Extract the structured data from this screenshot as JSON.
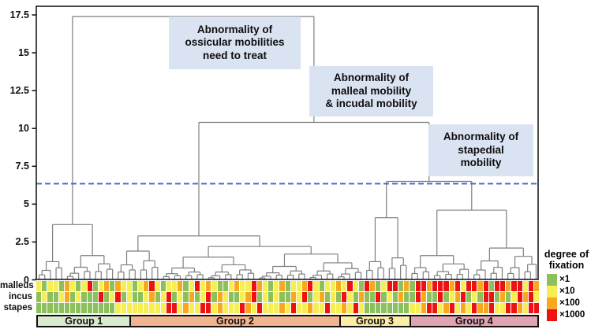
{
  "chart_data": {
    "type": "dendrogram_with_heatmap",
    "title": "",
    "y_axis": {
      "ticks": [
        0,
        2.5,
        5,
        7.5,
        10,
        12.5,
        15,
        17.5
      ],
      "range": [
        0,
        18.1
      ],
      "label": ""
    },
    "cut_line": {
      "height": 6.35,
      "style": "dashed",
      "color": "#3f6ad8"
    },
    "dendrogram": {
      "line_color": "#7f7f7f",
      "tree": {
        "h": 17.4,
        "c": [
          {
            "h": 3.65,
            "c": [
              {
                "fan": [
                  0,
                  4,
                  1.2
                ]
              },
              {
                "fan": [
                  5,
                  13,
                  1.6
                ]
              }
            ]
          },
          {
            "h": 10.4,
            "c": [
              {
                "h": 2.9,
                "c": [
                  {
                    "fan": [
                      14,
                      21,
                      1.9
                    ]
                  },
                  {
                    "h": 2.2,
                    "c": [
                      {
                        "fan": [
                          22,
                          38,
                          1.5
                        ]
                      },
                      {
                        "fan": [
                          39,
                          57,
                          1.7
                        ]
                      }
                    ]
                  }
                ]
              },
              {
                "h": 6.5,
                "c": [
                  {
                    "h": 4.1,
                    "c": [
                      {
                        "fan": [
                          58,
                          61,
                          1.2
                        ]
                      },
                      {
                        "fan": [
                          62,
                          65,
                          1.45
                        ]
                      }
                    ]
                  },
                  {
                    "h": 4.6,
                    "c": [
                      {
                        "h": 1.6,
                        "c": [
                          {
                            "fan": [
                              66,
                              69,
                              0.8
                            ]
                          },
                          {
                            "fan": [
                              70,
                              76,
                              1.05
                            ]
                          }
                        ]
                      },
                      {
                        "h": 2.1,
                        "c": [
                          {
                            "fan": [
                              77,
                              82,
                              1.25
                            ]
                          },
                          {
                            "fan": [
                              83,
                              88,
                              1.55
                            ]
                          }
                        ]
                      }
                    ]
                  }
                ]
              }
            ]
          }
        ]
      }
    },
    "annotations": [
      {
        "text": "Abnormality of\nossicular mobilities\nneed to treat"
      },
      {
        "text": "Abnormality of\nmalleal mobility\n& incudal mobility"
      },
      {
        "text": "Abnormality of\nstapedial\nmobility"
      }
    ],
    "heatmap": {
      "n_columns": 89,
      "palette": {
        "g": "#8CC05D",
        "y": "#F7EE54",
        "o": "#F7A81E",
        "r": "#EE1111"
      },
      "rows": [
        {
          "label": "malleus",
          "cells": "ygyygoygyrgyogoyygyorygyyogyryoyggyoyyroygyogyyorygyyoyrygrogyrrgogrrorrroryrrorgrrorryro"
        },
        {
          "label": "incus",
          "cells": "gyggyogygggrgyrgyggyogyrgygogyrgoyggyorgygyggoyrgyogygrygoggrgygoggroggrgyorgygrrgogyrory"
        },
        {
          "label": "stapes",
          "cells": "ggggggggggggggyyyyyyyyyrryoyyrryoyyyroyryyyoyryyoyyryyoyryggggggggyyorryoryoyrooryyrroyrr"
        }
      ]
    },
    "groups": [
      {
        "label": "Group 1",
        "color": "#D8EBCE",
        "cols": 14
      },
      {
        "label": "Group 2",
        "color": "#F2B48E",
        "cols": 44
      },
      {
        "label": "Group 3",
        "color": "#FBEDA6",
        "cols": 8
      },
      {
        "label": "Group 4",
        "color": "#DFA3B2",
        "cols": 23
      }
    ],
    "legend": {
      "title": "degree of\nfixation",
      "items": [
        {
          "label": "×1",
          "key": "g"
        },
        {
          "label": "×10",
          "key": "y"
        },
        {
          "label": "×100",
          "key": "o"
        },
        {
          "label": "×1000",
          "key": "r"
        }
      ]
    }
  }
}
